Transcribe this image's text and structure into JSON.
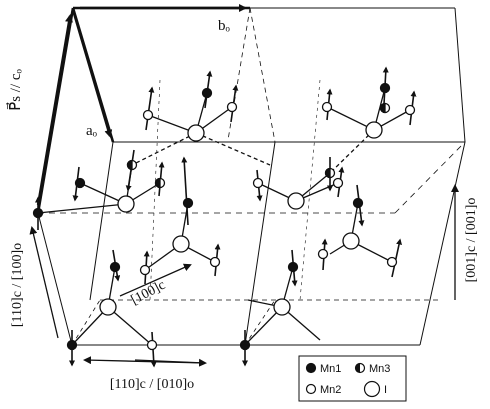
{
  "labels": {
    "ps_axis": "P⃗s // cₒ",
    "b_axis": "bₒ",
    "a_axis": "aₒ",
    "left_axis": "[110]c / [100]o",
    "right_axis": "[001]c / [001]o",
    "bottom_axis": "[110]c / [010]o",
    "inner_axis": "[100]c"
  },
  "legend": {
    "mn1": "Mn1",
    "mn3": "Mn3",
    "mn2": "Mn2",
    "iodine": "I"
  },
  "colors": {
    "ink": "#111111",
    "background": "#ffffff"
  }
}
